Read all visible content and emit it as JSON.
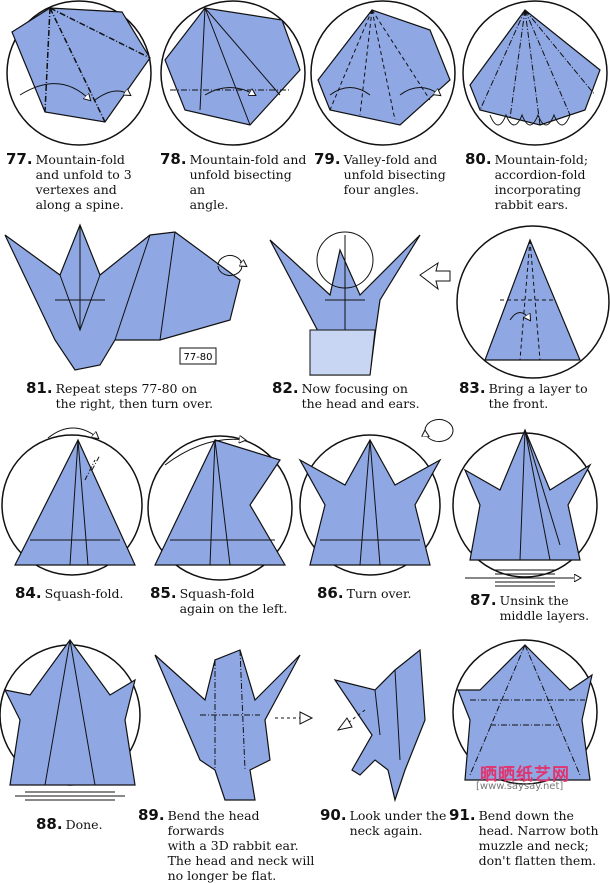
{
  "colors": {
    "paper": "#8fa8e4",
    "paper_light": "#c9d6f3",
    "outline": "#1b1b1b"
  },
  "steps": [
    {
      "num": "77.",
      "text": "Mountain-fold\nand unfold to 3\nvertexes and\nalong a spine."
    },
    {
      "num": "78.",
      "text": "Mountain-fold and\nunfold bisecting an\nangle."
    },
    {
      "num": "79.",
      "text": "Valley-fold and\nunfold bisecting\nfour angles."
    },
    {
      "num": "80.",
      "text": "Mountain-fold;\naccordion-fold\nincorporating\nrabbit ears."
    },
    {
      "num": "81.",
      "text": "Repeat steps 77-80 on\nthe right, then turn over."
    },
    {
      "num": "82.",
      "text": "Now focusing on\nthe head and ears."
    },
    {
      "num": "83.",
      "text": "Bring a layer to\nthe front."
    },
    {
      "num": "84.",
      "text": "Squash-fold."
    },
    {
      "num": "85.",
      "text": "Squash-fold\nagain on the left."
    },
    {
      "num": "86.",
      "text": "Turn over."
    },
    {
      "num": "87.",
      "text": "Unsink the\nmiddle layers."
    },
    {
      "num": "88.",
      "text": "Done."
    },
    {
      "num": "89.",
      "text": "Bend the head forwards\nwith a 3D rabbit ear.\nThe head and neck will\nno longer be flat."
    },
    {
      "num": "90.",
      "text": "Look under the\nneck again."
    },
    {
      "num": "91.",
      "text": "Bend down the\nhead. Narrow both\nmuzzle and neck;\ndon't flatten them."
    }
  ],
  "ref_label": "77-80",
  "watermark": {
    "cn": "晒晒纸艺网",
    "url": "[www.saysay.net]"
  }
}
